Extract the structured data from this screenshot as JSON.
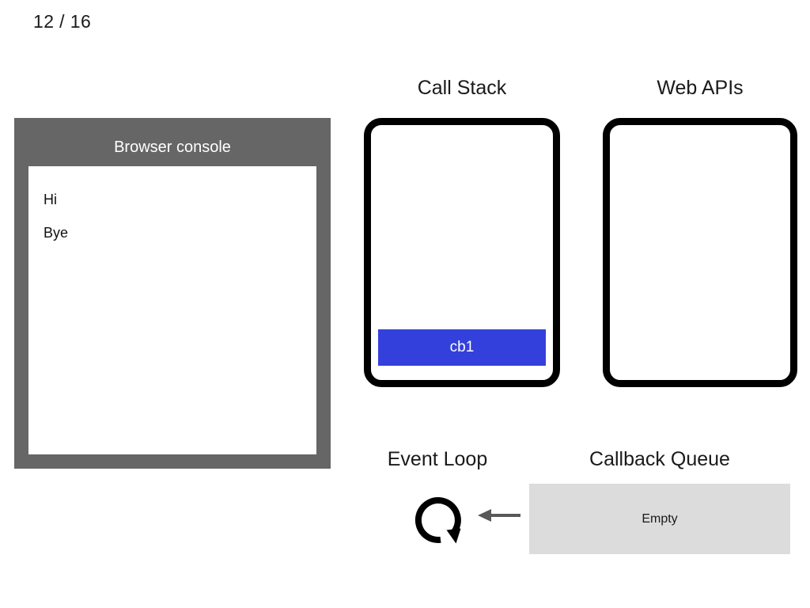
{
  "slide": {
    "counter": "12 / 16"
  },
  "console": {
    "title": "Browser console",
    "lines": [
      "Hi",
      "Bye"
    ]
  },
  "call_stack": {
    "heading": "Call Stack",
    "frames": [
      {
        "label": "cb1",
        "color": "#3440dc"
      }
    ]
  },
  "web_apis": {
    "heading": "Web APIs",
    "items": []
  },
  "event_loop": {
    "heading": "Event Loop",
    "icon": "circular-arrow-icon",
    "arrow_icon": "arrow-left-icon"
  },
  "callback_queue": {
    "heading": "Callback Queue",
    "status": "Empty",
    "background": "#dcdcdc",
    "items": []
  },
  "colors": {
    "console_chrome": "#666666",
    "frame_blue": "#3440dc",
    "queue_gray": "#dcdcdc",
    "outline_black": "#000000"
  }
}
